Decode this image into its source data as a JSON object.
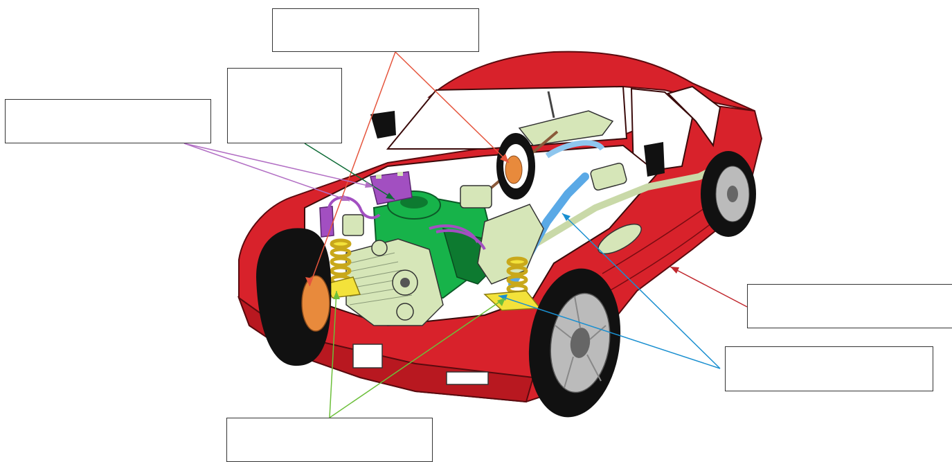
{
  "labels": {
    "top_center": "",
    "upper_middle": "",
    "upper_left": "",
    "right_middle": "",
    "right_lower": "",
    "bottom_center": ""
  },
  "icons": [
    "car-body",
    "engine",
    "battery",
    "radiator",
    "wheel",
    "brake-disc",
    "coil-spring",
    "fuel-tank",
    "muffler",
    "drive-shaft"
  ],
  "colors": {
    "body": "#d8222b",
    "body_dark": "#a0141c",
    "engine": "#17b34a",
    "engine_dark": "#0d7a30",
    "electrical": "#a24fc1",
    "components": "#d6e6b8",
    "brakes": "#e88a3c",
    "suspension": "#f3e23a",
    "drivetrain": "#5aa9e6",
    "tire": "#111111",
    "line_red": "#e5553d",
    "line_green_dark": "#0e6b36",
    "line_purple": "#b26fc4",
    "line_blue": "#1a8fd0",
    "line_lime": "#6cbf3a",
    "line_crimson": "#c0272d"
  }
}
